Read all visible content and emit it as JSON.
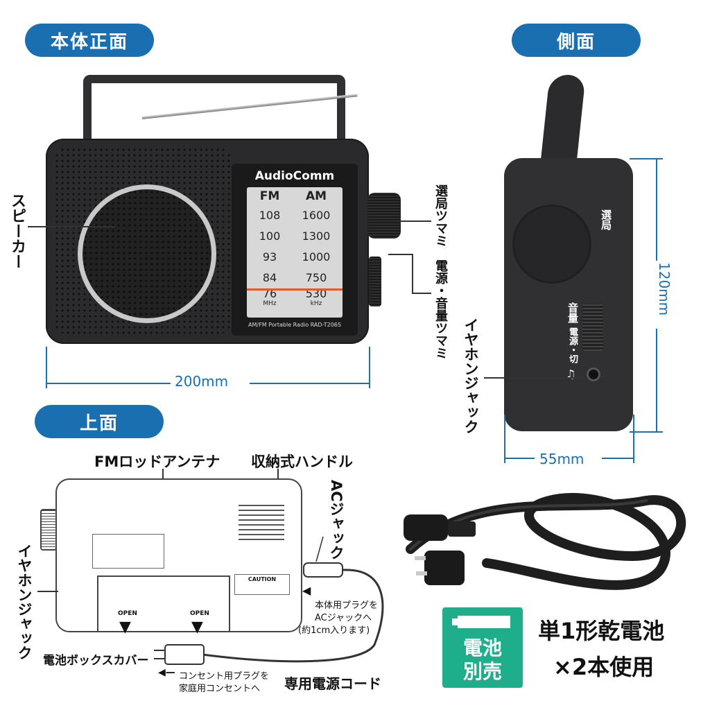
{
  "sections": {
    "front": "本体正面",
    "side": "側面",
    "top": "上面"
  },
  "front": {
    "speaker": "スピーカー",
    "tuning_knob": "選局ツマミ",
    "power_volume_knob": "電源・音量ツマミ",
    "width": "200mm",
    "brand": "AudioComm",
    "model": "AM/FM Portable Radio RAD-T206S",
    "dial": {
      "fm_header": "FM",
      "am_header": "AM",
      "fm": [
        "108",
        "100",
        "93",
        "84",
        "76"
      ],
      "am": [
        "1600",
        "1300",
        "1000",
        "750",
        "530"
      ],
      "fm_unit": "MHz",
      "am_unit": "kHz"
    }
  },
  "side": {
    "tuning": "選局",
    "volume": "音量",
    "power_off": "電源・切",
    "earphone_jack": "イヤホンジャック",
    "height": "120mm",
    "depth": "55mm"
  },
  "top": {
    "antenna": "FMロッドアンテナ",
    "handle": "収納式ハンドル",
    "ac_jack": "ACジャック",
    "earphone_jack": "イヤホンジャック",
    "battery_cover": "電池ボックスカバー",
    "plug_note_1": "本体用プラグを",
    "plug_note_2": "ACジャックへ",
    "plug_note_3": "(約1cm入ります)",
    "outlet_note_1": "コンセント用プラグを",
    "outlet_note_2": "家庭用コンセントへ",
    "power_cord": "専用電源コード",
    "open_left": "OPEN",
    "open_right": "OPEN",
    "caution": "CAUTION"
  },
  "battery": {
    "badge_line1": "電池",
    "badge_line2": "別売",
    "text_line1": "単1形乾電池",
    "text_line2": "×2本使用"
  }
}
